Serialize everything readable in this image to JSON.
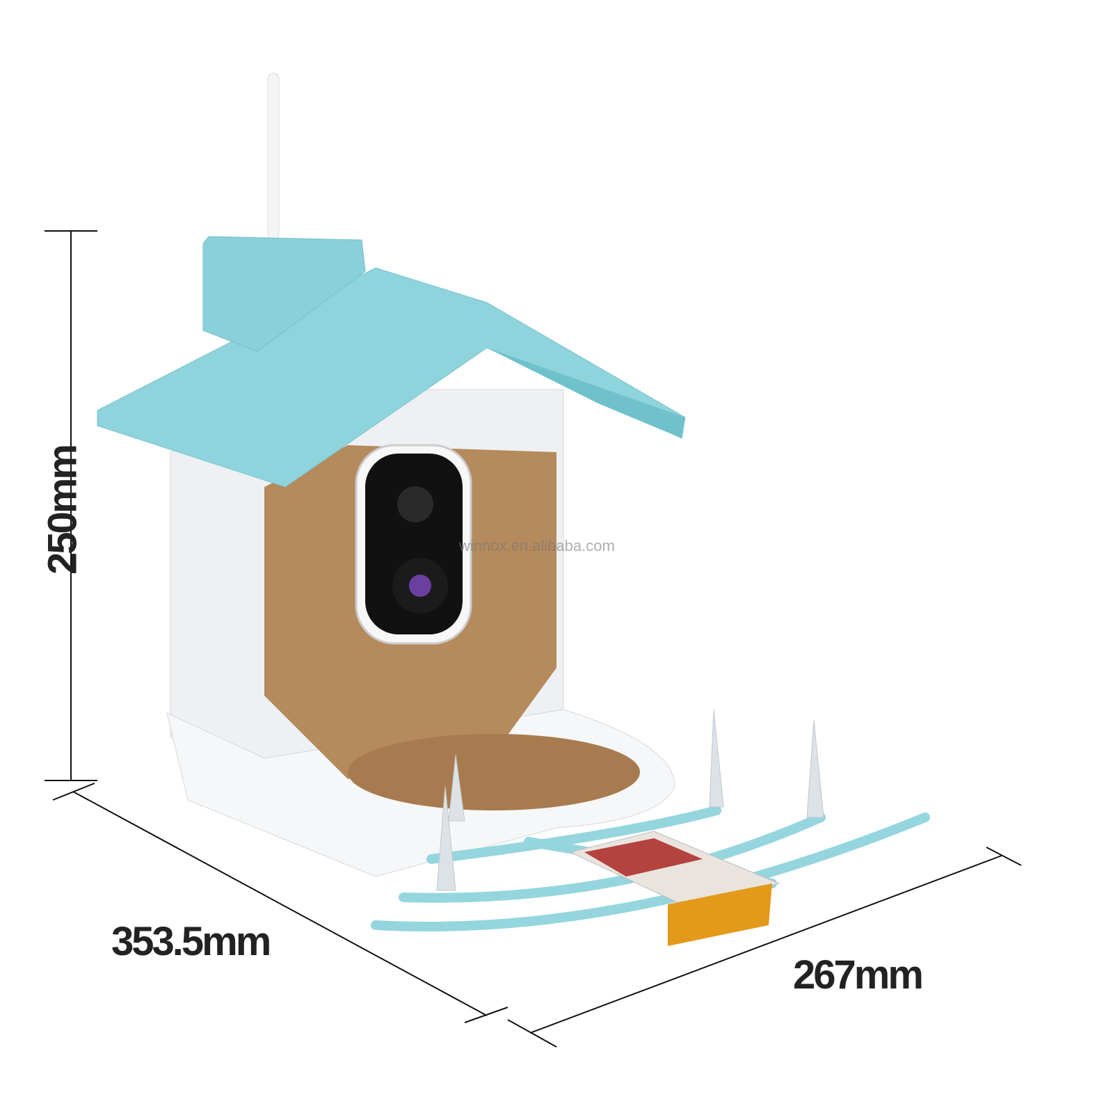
{
  "dimensions": {
    "height": "250mm",
    "depth": "353.5mm",
    "width": "267mm"
  },
  "watermark": "winnox.en.alibaba.com",
  "colors": {
    "roof": "#8fd3dc",
    "body": "#f2f3f5",
    "perch": "#9ad7df",
    "seed": "#b58a5c",
    "camera": "#111111"
  }
}
